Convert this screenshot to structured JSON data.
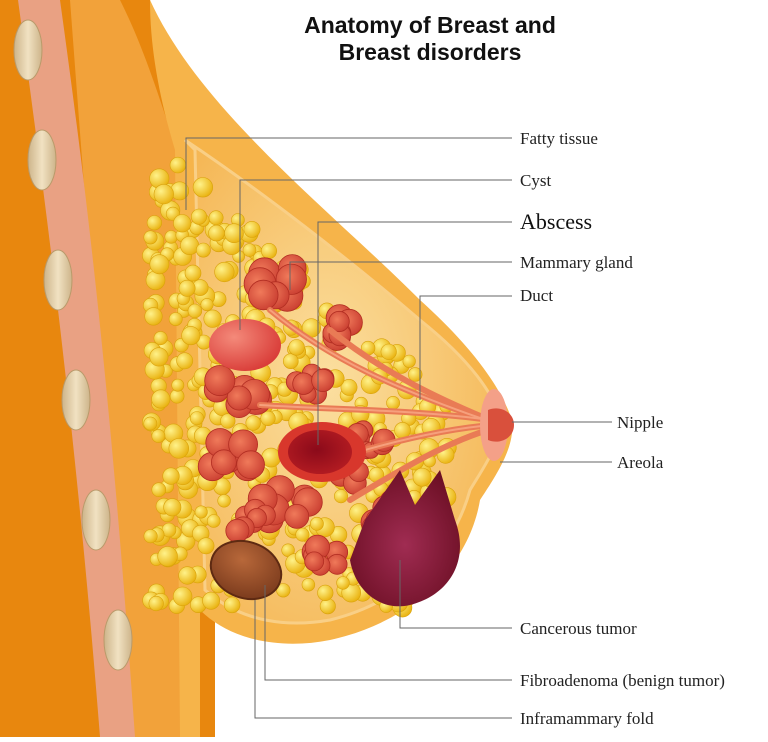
{
  "title": {
    "line1": "Anatomy of Breast and",
    "line2": "Breast disorders"
  },
  "labels": {
    "fatty_tissue": "Fatty tissue",
    "cyst": "Cyst",
    "abscess": "Abscess",
    "mammary_gland": "Mammary gland",
    "duct": "Duct",
    "nipple": "Nipple",
    "areola": "Areola",
    "cancerous_tumor": "Cancerous tumor",
    "fibroadenoma": "Fibroadenoma (benign tumor)",
    "inframammary_fold": "Inframammary fold"
  },
  "colors": {
    "body_orange": "#E8870E",
    "skin_light": "#F6B44A",
    "breast_fill": "#FAD58A",
    "fat_yellow": "#F7D11E",
    "gland_red": "#D9503C",
    "abscess_dark": "#9C0F1E",
    "tumor_dark": "#7E1630",
    "rib_pink": "#E9A183",
    "bone": "#E8D2A8"
  }
}
